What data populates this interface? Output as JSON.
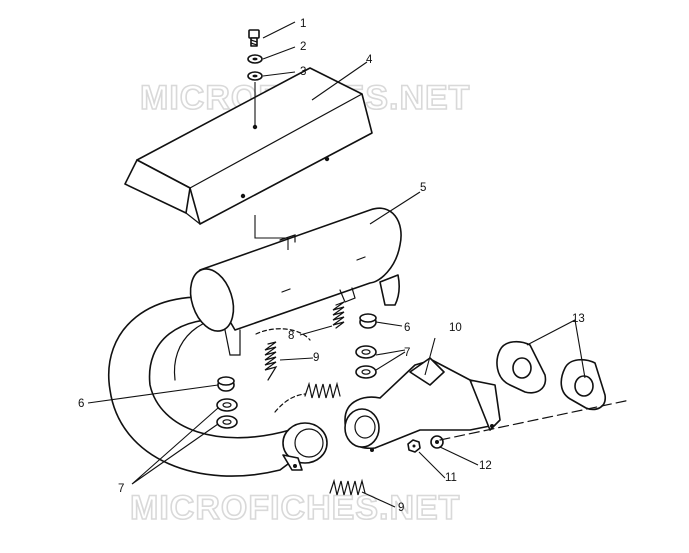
{
  "watermark": {
    "top": "MICROFICHES.NET",
    "bottom": "MICROFICHES.NET"
  },
  "callouts": {
    "c1": "1",
    "c2": "2",
    "c3": "3",
    "c4": "4",
    "c5": "5",
    "c6a": "6",
    "c6b": "6",
    "c7a": "7",
    "c7b": "7",
    "c8": "8",
    "c9a": "9",
    "c9b": "9",
    "c10": "10",
    "c11": "11",
    "c12": "12",
    "c13": "13"
  }
}
